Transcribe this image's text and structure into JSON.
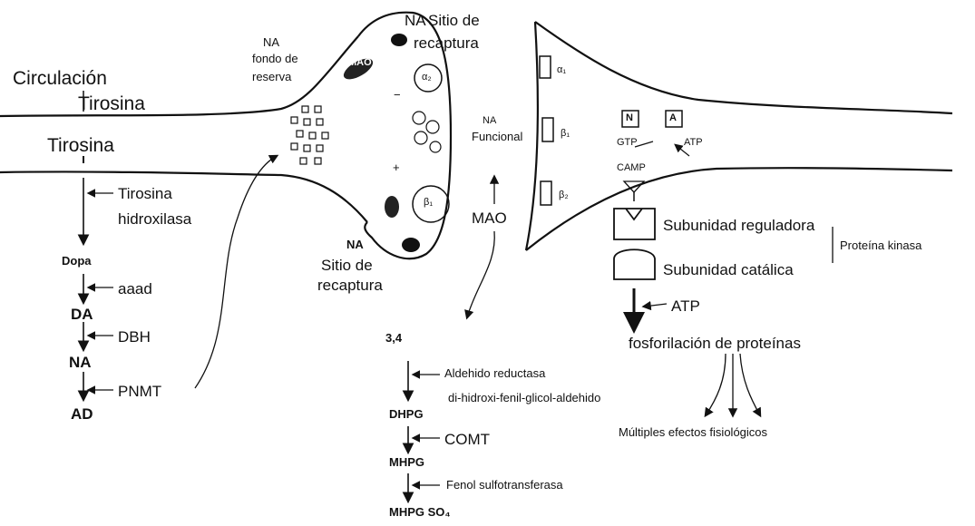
{
  "left_pathway": {
    "circulacion": "Circulación",
    "tirosina_1": "Tirosina",
    "tirosina_2": "Tirosina",
    "enzyme_th_1": "Tirosina",
    "enzyme_th_2": "hidroxilasa",
    "dopa": "Dopa",
    "aaad": "aaad",
    "da": "DA",
    "dbh": "DBH",
    "na": "NA",
    "pnmt": "PNMT",
    "ad": "AD"
  },
  "presynaptic": {
    "na_top": "NA",
    "fondo_1": "fondo de",
    "fondo_2": "reserva",
    "mao_vesicle": "MAO",
    "alpha2": "α₂",
    "beta1": "β₁",
    "minus": "−",
    "plus": "+",
    "na_sitio_top": "NA",
    "sitio_top_1": "Sitio de",
    "sitio_top_2": "recaptura",
    "na_sitio_bottom": "NA",
    "sitio_bottom_1": "Sitio de",
    "sitio_bottom_2": "recaptura"
  },
  "synapse": {
    "na_funcional_1": "NA",
    "na_funcional_2": "Funcional",
    "mao": "MAO"
  },
  "postsynaptic": {
    "alpha1": "α₁",
    "beta1": "β₁",
    "beta2": "β₂",
    "n_box": "N",
    "a_box": "A",
    "gtp": "GTP",
    "atp_small": "ATP",
    "camp": "CAMP",
    "subunidad_reguladora": "Subunidad reguladora",
    "proteina_kinasa": "Proteína kinasa",
    "subunidad_catalica": "Subunidad catálica",
    "atp": "ATP",
    "fosforilacion": "fosforilación de proteínas",
    "efectos": "Múltiples efectos fisiológicos"
  },
  "catabolism": {
    "c34": "3,4",
    "aldehido_reductasa": "Aldehido reductasa",
    "dhpg_aldehido": "di-hidroxi-fenil-glicol-aldehido",
    "dhpg": "DHPG",
    "comt": "COMT",
    "mhpg": "MHPG",
    "fenol": "Fenol sulfotransferasa",
    "mhpg_so4": "MHPG SO₄"
  },
  "colors": {
    "ink": "#111111",
    "background": "#ffffff"
  }
}
